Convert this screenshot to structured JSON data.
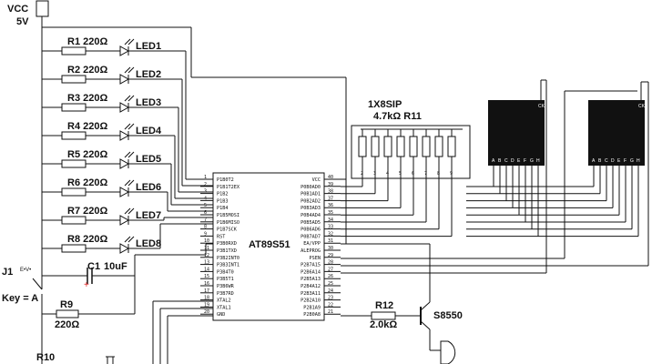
{
  "power": {
    "name": "VCC",
    "voltage": "5V"
  },
  "resistors": [
    {
      "label": "R1 220Ω"
    },
    {
      "label": "R2 220Ω"
    },
    {
      "label": "R3 220Ω"
    },
    {
      "label": "R4 220Ω"
    },
    {
      "label": "R5 220Ω"
    },
    {
      "label": "R6 220Ω"
    },
    {
      "label": "R7 220Ω"
    },
    {
      "label": "R8 220Ω"
    }
  ],
  "leds": [
    {
      "label": "LED1"
    },
    {
      "label": "LED2"
    },
    {
      "label": "LED3"
    },
    {
      "label": "LED4"
    },
    {
      "label": "LED5"
    },
    {
      "label": "LED6"
    },
    {
      "label": "LED7"
    },
    {
      "label": "LED8"
    }
  ],
  "capacitor": {
    "name": "C1",
    "value": "10uF",
    "polarity": "+"
  },
  "switch": {
    "name": "J1",
    "key": "Key = A",
    "symbol": "E•V•"
  },
  "r9": {
    "name": "R9",
    "value": "220Ω"
  },
  "r10": {
    "name": "R10"
  },
  "sip": {
    "type": "1X8SIP",
    "value": "4.7kΩ R11",
    "pins": [
      "2",
      "3",
      "4",
      "5",
      "6",
      "7",
      "8",
      "9"
    ]
  },
  "mcu": {
    "name": "AT89S51",
    "left_pins": [
      {
        "num": "1",
        "name": "P1B0T2"
      },
      {
        "num": "2",
        "name": "P1B1T2EX"
      },
      {
        "num": "3",
        "name": "P1B2"
      },
      {
        "num": "4",
        "name": "P1B3"
      },
      {
        "num": "5",
        "name": "P1B4"
      },
      {
        "num": "6",
        "name": "P1B5MOSI"
      },
      {
        "num": "7",
        "name": "P1B6MISO"
      },
      {
        "num": "8",
        "name": "P1B7SCK"
      },
      {
        "num": "9",
        "name": "RST"
      },
      {
        "num": "10",
        "name": "P3B0RXD"
      },
      {
        "num": "11",
        "name": "P3B1TXD"
      },
      {
        "num": "12",
        "name": "P3B2INT0"
      },
      {
        "num": "13",
        "name": "P3B3INT1"
      },
      {
        "num": "14",
        "name": "P3B4T0"
      },
      {
        "num": "15",
        "name": "P3B5T1"
      },
      {
        "num": "16",
        "name": "P3B6WR"
      },
      {
        "num": "17",
        "name": "P3B7RD"
      },
      {
        "num": "18",
        "name": "XTAL2"
      },
      {
        "num": "19",
        "name": "XTAL1"
      },
      {
        "num": "20",
        "name": "GND"
      }
    ],
    "right_pins": [
      {
        "num": "40",
        "name": "VCC"
      },
      {
        "num": "39",
        "name": "P0B0AD0"
      },
      {
        "num": "38",
        "name": "P0B1AD1"
      },
      {
        "num": "37",
        "name": "P0B2AD2"
      },
      {
        "num": "36",
        "name": "P0B3AD3"
      },
      {
        "num": "35",
        "name": "P0B4AD4"
      },
      {
        "num": "34",
        "name": "P0B5AD5"
      },
      {
        "num": "33",
        "name": "P0B6AD6"
      },
      {
        "num": "32",
        "name": "P0B7AD7"
      },
      {
        "num": "31",
        "name": "EA/VPP"
      },
      {
        "num": "30",
        "name": "ALEPROG"
      },
      {
        "num": "29",
        "name": "PSEN"
      },
      {
        "num": "28",
        "name": "P2B7A15"
      },
      {
        "num": "27",
        "name": "P2B6A14"
      },
      {
        "num": "26",
        "name": "P2B5A13"
      },
      {
        "num": "25",
        "name": "P2B4A12"
      },
      {
        "num": "24",
        "name": "P2B3A11"
      },
      {
        "num": "23",
        "name": "P2B2A10"
      },
      {
        "num": "22",
        "name": "P2B1A9"
      },
      {
        "num": "21",
        "name": "P2B0A8"
      }
    ]
  },
  "r12": {
    "name": "R12",
    "value": "2.0kΩ"
  },
  "transistor": {
    "name": "S8550"
  },
  "displays": [
    {
      "ck": "CK",
      "segments": [
        "A",
        "B",
        "C",
        "D",
        "E",
        "F",
        "G",
        "H"
      ]
    },
    {
      "ck": "CK",
      "segments": [
        "A",
        "B",
        "C",
        "D",
        "E",
        "F",
        "G",
        "H"
      ]
    }
  ]
}
